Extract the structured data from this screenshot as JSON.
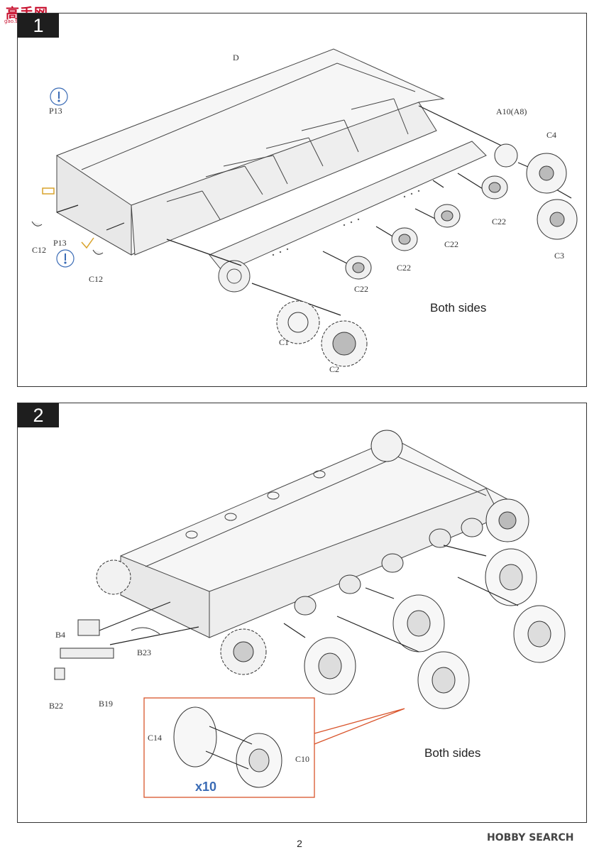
{
  "logo": {
    "text": "高手网",
    "url": "gao.shou.com"
  },
  "watermark": "HOBBY SEARCH",
  "page_number": "2",
  "step1": {
    "number": "1",
    "note": "Both sides",
    "labels": {
      "D": "D",
      "A10": "A10(A8)",
      "C4": "C4",
      "C3": "C3",
      "C22a": "C22",
      "C22b": "C22",
      "C22c": "C22",
      "C22d": "C22",
      "C1": "C1",
      "C2": "C2",
      "P13a": "P13",
      "P13b": "P13",
      "C12a": "C12",
      "C12b": "C12"
    }
  },
  "step2": {
    "number": "2",
    "note": "Both sides",
    "labels": {
      "B4": "B4",
      "B23": "B23",
      "B22": "B22",
      "B19": "B19",
      "C14": "C14",
      "C10": "C10"
    },
    "multiplier": "x10"
  },
  "colors": {
    "inset_border": "#d9542b",
    "multiplier": "#3a6bb5",
    "logo": "#c8102e",
    "hint_icon": "#3a6bb5"
  }
}
